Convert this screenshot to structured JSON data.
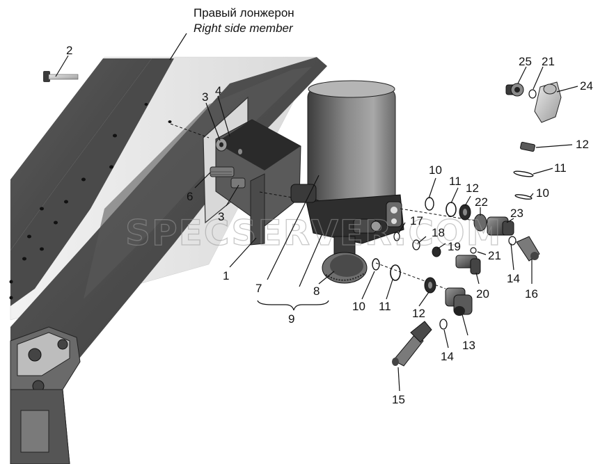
{
  "title": {
    "ru": "Правый лонжерон",
    "en": "Right side member"
  },
  "watermark": "SPECSERVER.COM",
  "labels": [
    {
      "id": "l2",
      "text": "2"
    },
    {
      "id": "l3a",
      "text": "3"
    },
    {
      "id": "l4",
      "text": "4"
    },
    {
      "id": "l6",
      "text": "6"
    },
    {
      "id": "l3b",
      "text": "3"
    },
    {
      "id": "l1",
      "text": "1"
    },
    {
      "id": "l7",
      "text": "7"
    },
    {
      "id": "l8",
      "text": "8"
    },
    {
      "id": "l9",
      "text": "9"
    },
    {
      "id": "l10a",
      "text": "10"
    },
    {
      "id": "l11a",
      "text": "11"
    },
    {
      "id": "l12a",
      "text": "12"
    },
    {
      "id": "l22",
      "text": "22"
    },
    {
      "id": "l17",
      "text": "17"
    },
    {
      "id": "l18",
      "text": "18"
    },
    {
      "id": "l19",
      "text": "19"
    },
    {
      "id": "l23",
      "text": "23"
    },
    {
      "id": "l21a",
      "text": "21"
    },
    {
      "id": "l14a",
      "text": "14"
    },
    {
      "id": "l16",
      "text": "16"
    },
    {
      "id": "l10b",
      "text": "10"
    },
    {
      "id": "l11b",
      "text": "11"
    },
    {
      "id": "l12b",
      "text": "12"
    },
    {
      "id": "l20",
      "text": "20"
    },
    {
      "id": "l13",
      "text": "13"
    },
    {
      "id": "l14b",
      "text": "14"
    },
    {
      "id": "l15",
      "text": "15"
    },
    {
      "id": "l25",
      "text": "25"
    },
    {
      "id": "l21b",
      "text": "21"
    },
    {
      "id": "l24",
      "text": "24"
    },
    {
      "id": "l12c",
      "text": "12"
    },
    {
      "id": "l11c",
      "text": "11"
    },
    {
      "id": "l10c",
      "text": "10"
    }
  ]
}
